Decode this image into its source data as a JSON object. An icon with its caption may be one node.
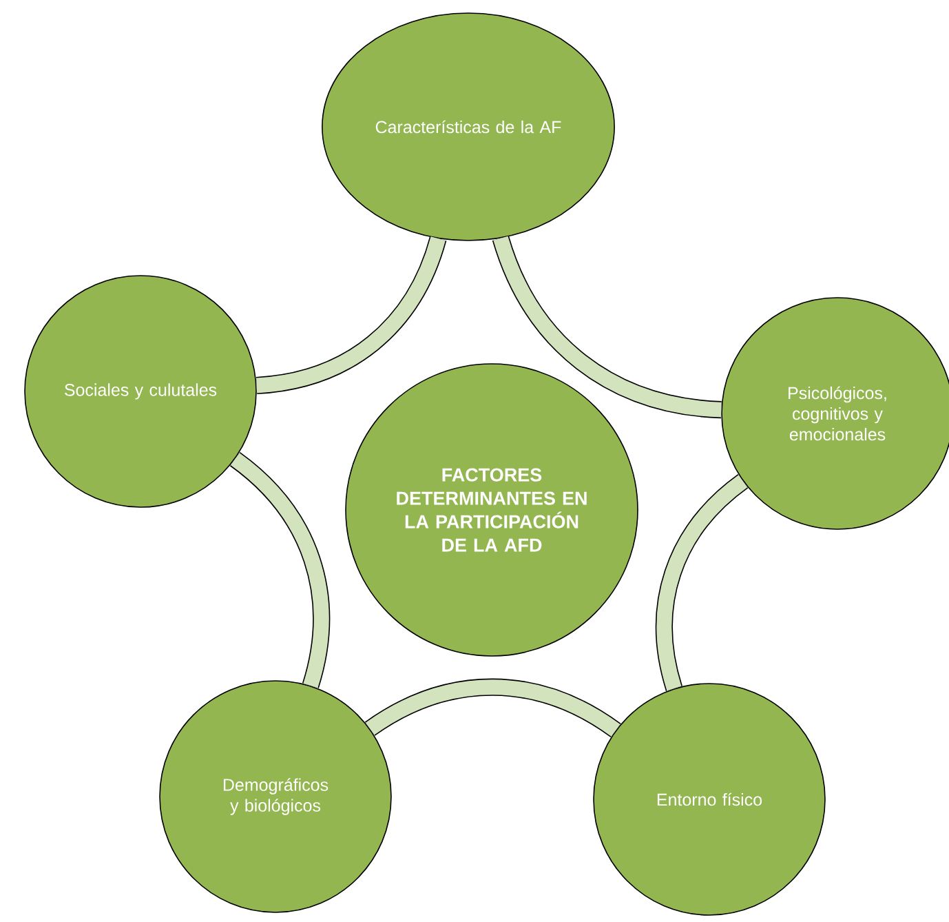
{
  "diagram": {
    "nodes": [
      {
        "text": [
          "Características de la AF"
        ]
      },
      {
        "text": [
          "Psicológicos, cognitivos y emocionales"
        ]
      },
      {
        "text": [
          "Entorno físico"
        ]
      },
      {
        "text": [
          "Demográficos y biológicos"
        ]
      },
      {
        "text": [
          "Sociales y culutales"
        ]
      },
      {
        "text": [
          "FACTORES DETERMINANTES EN LA PARTICIPACIÓN DE LA AFD"
        ]
      }
    ],
    "edges": [
      {
        "from": 0,
        "to": 1,
        "arrow": "none"
      },
      {
        "from": 1,
        "to": 2,
        "arrow": "none"
      },
      {
        "from": 2,
        "to": 3,
        "arrow": "none"
      },
      {
        "from": 3,
        "to": 4,
        "arrow": "none"
      },
      {
        "from": 4,
        "to": 0,
        "arrow": "none"
      }
    ]
  }
}
